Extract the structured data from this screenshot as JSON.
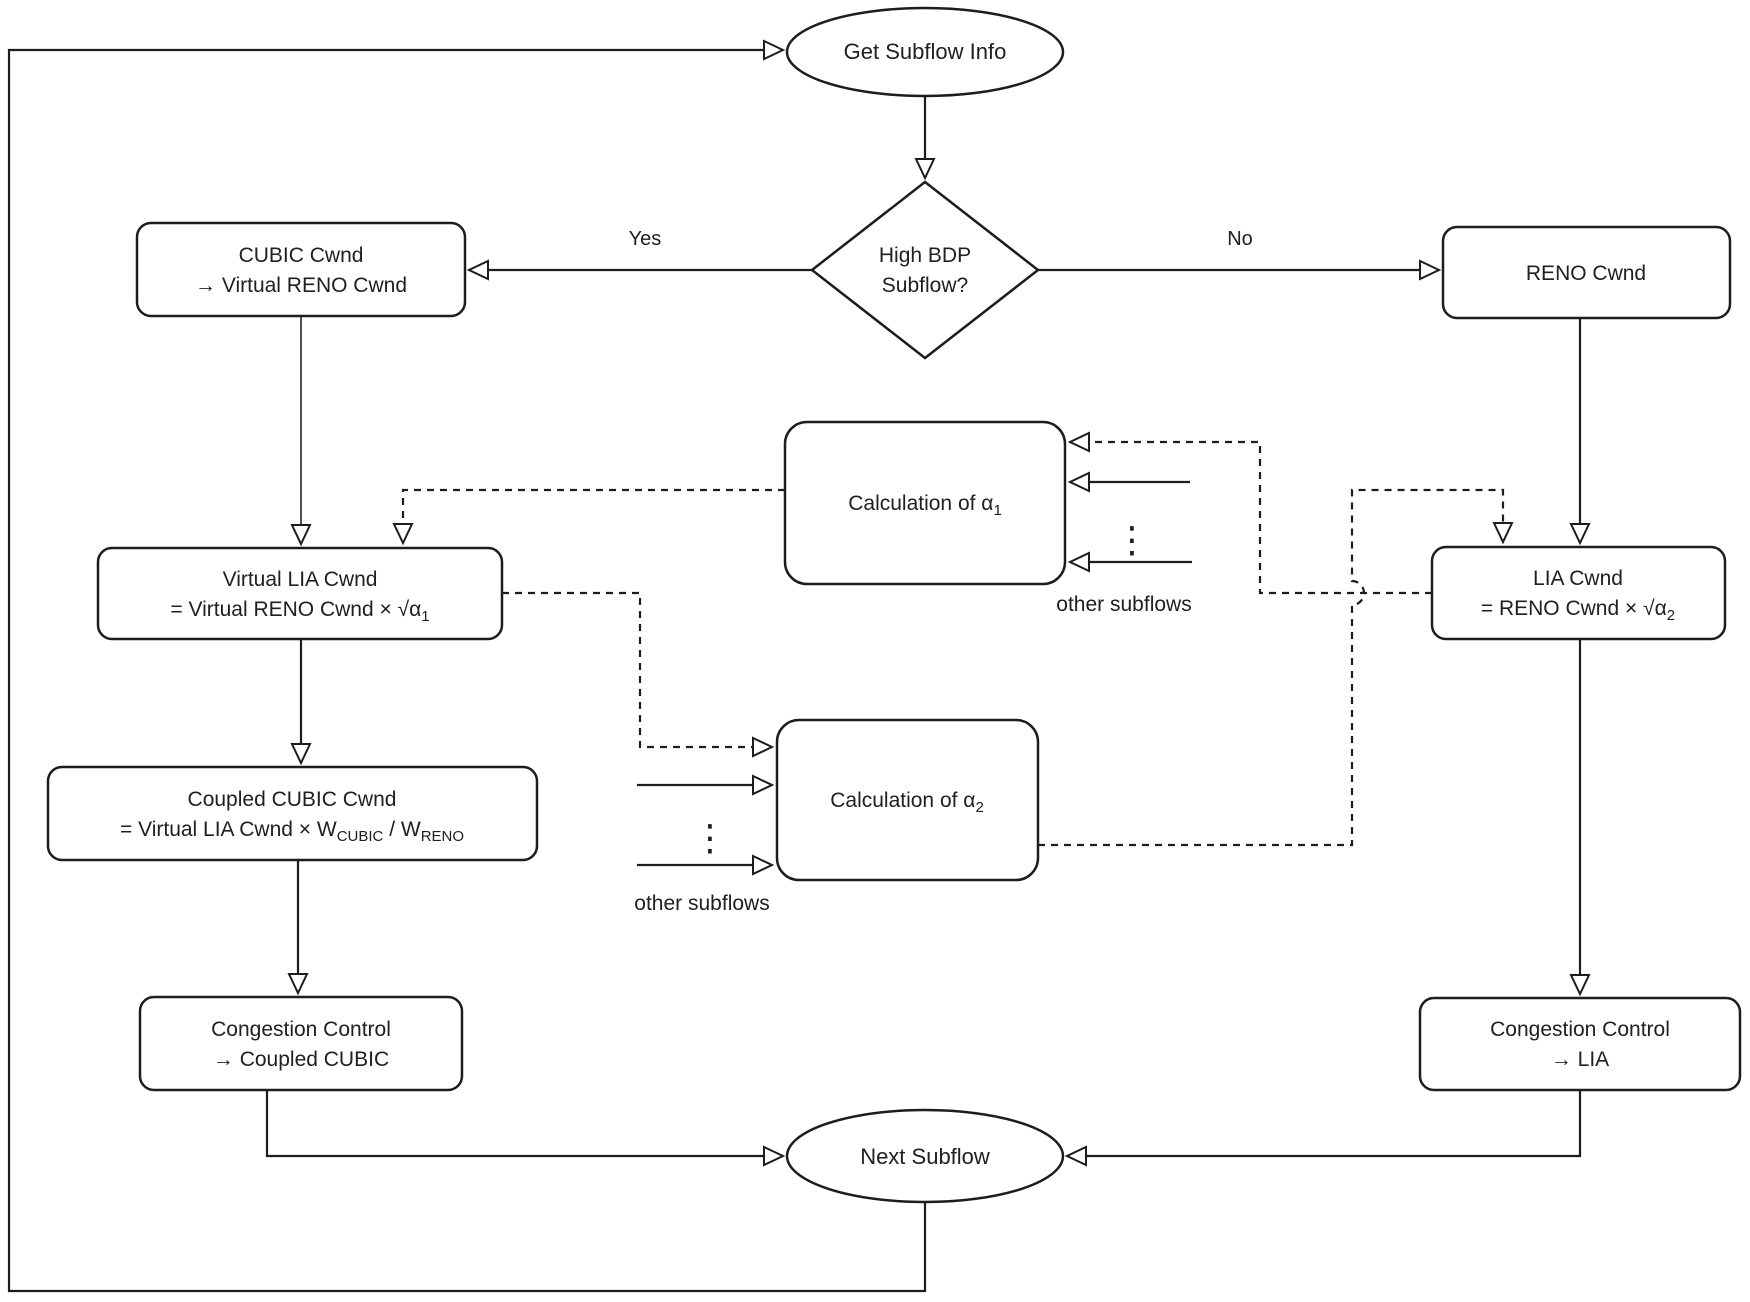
{
  "colors": {
    "background": "#ffffff",
    "line": "#1d1d1d",
    "text": "#202020",
    "node_fill": "#ffffff"
  },
  "nodes": {
    "get_subflow_info": {
      "label": "Get Subflow Info"
    },
    "high_bdp": {
      "line1": "High BDP",
      "line2": "Subflow?"
    },
    "cubic_cwnd": {
      "line1": "CUBIC Cwnd",
      "line2": "→ Virtual RENO Cwnd"
    },
    "reno_cwnd": {
      "label": "RENO Cwnd"
    },
    "calc_alpha1": {
      "text": "Calculation of α",
      "sub": "1"
    },
    "virtual_lia": {
      "line1": "Virtual LIA Cwnd",
      "line2_pre": "= Virtual RENO Cwnd × √α",
      "line2_sub": "1"
    },
    "lia_cwnd": {
      "line1": "LIA Cwnd",
      "line2_pre": "= RENO Cwnd × √α",
      "line2_sub": "2"
    },
    "calc_alpha2": {
      "text": "Calculation of α",
      "sub": "2"
    },
    "coupled_cubic": {
      "line1": "Coupled CUBIC Cwnd",
      "line2_pre": "= Virtual LIA Cwnd × W",
      "line2_sub1": "CUBIC",
      "line2_mid": " / W",
      "line2_sub2": "RENO"
    },
    "cc_coupled": {
      "line1": "Congestion Control",
      "line2": "→ Coupled CUBIC"
    },
    "cc_lia": {
      "line1": "Congestion Control",
      "line2": "→ LIA"
    },
    "next_subflow": {
      "label": "Next Subflow"
    }
  },
  "edge_labels": {
    "yes": "Yes",
    "no": "No",
    "other_subflows_right": "other subflows",
    "other_subflows_left": "other subflows"
  },
  "icons": {
    "vertical_ellipsis_right": "⋮",
    "vertical_ellipsis_left": "⋮"
  }
}
